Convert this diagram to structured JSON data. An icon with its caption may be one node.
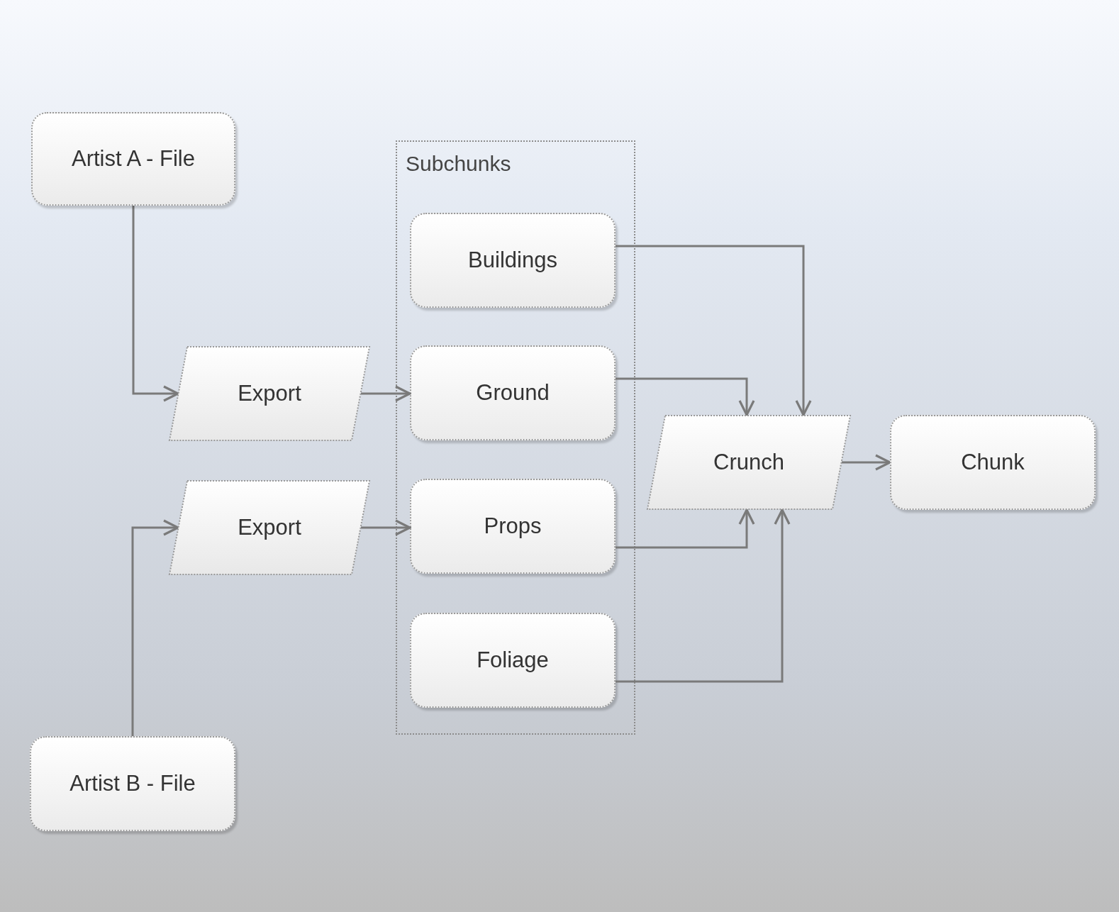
{
  "diagram": {
    "nodes": [
      {
        "text": [
          "Artist A - File"
        ]
      },
      {
        "text": [
          "Export"
        ]
      },
      {
        "text": [
          "Export"
        ]
      },
      {
        "text": [
          "Subchunks"
        ]
      },
      {
        "text": [
          "Buildings"
        ],
        "in": 3
      },
      {
        "text": [
          "Ground"
        ],
        "in": 3
      },
      {
        "text": [
          "Props"
        ],
        "in": 3
      },
      {
        "text": [
          "Foliage"
        ],
        "in": 3
      },
      {
        "text": [
          "Crunch"
        ]
      },
      {
        "text": [
          "Chunk"
        ]
      },
      {
        "text": [
          "Artist B - File"
        ]
      }
    ],
    "edges": [
      {
        "from": 0,
        "to": 1,
        "arrow": "to"
      },
      {
        "from": 1,
        "to": 5,
        "arrow": "to"
      },
      {
        "from": 10,
        "to": 2,
        "arrow": "to"
      },
      {
        "from": 2,
        "to": 6,
        "arrow": "to"
      },
      {
        "from": 4,
        "to": 8,
        "arrow": "to"
      },
      {
        "from": 5,
        "to": 8,
        "arrow": "to"
      },
      {
        "from": 6,
        "to": 8,
        "arrow": "to"
      },
      {
        "from": 7,
        "to": 8,
        "arrow": "to"
      },
      {
        "from": 8,
        "to": 9,
        "arrow": "to"
      }
    ]
  }
}
